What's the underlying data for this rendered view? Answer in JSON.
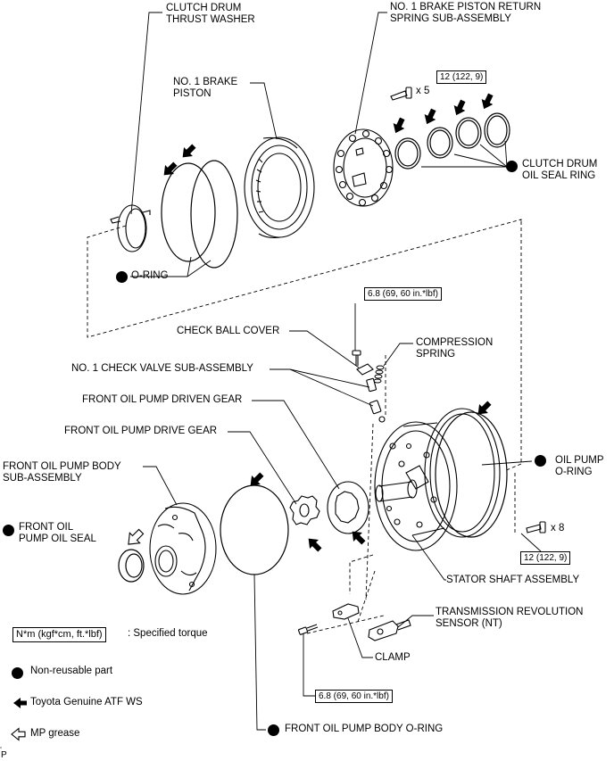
{
  "labels": {
    "clutch_drum_thrust_washer_1": "CLUTCH DRUM",
    "clutch_drum_thrust_washer_2": "THRUST WASHER",
    "brake_return_spring_1": "NO. 1 BRAKE PISTON RETURN",
    "brake_return_spring_2": "SPRING SUB-ASSEMBLY",
    "brake_piston_1": "NO. 1 BRAKE",
    "brake_piston_2": "PISTON",
    "clutch_drum_oil_seal_1": "CLUTCH DRUM",
    "clutch_drum_oil_seal_2": "OIL SEAL RING",
    "o_ring": "O-RING",
    "bolt_count_x5": "x 5",
    "bolt_count_x8": "x 8",
    "check_ball_cover": "CHECK BALL COVER",
    "compression_spring_1": "COMPRESSION",
    "compression_spring_2": "SPRING",
    "check_valve": "NO. 1 CHECK VALVE SUB-ASSEMBLY",
    "driven_gear": "FRONT OIL PUMP DRIVEN GEAR",
    "drive_gear": "FRONT OIL PUMP DRIVE GEAR",
    "pump_body_1": "FRONT OIL PUMP BODY",
    "pump_body_2": "SUB-ASSEMBLY",
    "oil_pump_oring_1": "OIL PUMP",
    "oil_pump_oring_2": "O-RING",
    "pump_oil_seal_1": "FRONT OIL",
    "pump_oil_seal_2": "PUMP OIL SEAL",
    "stator_shaft": "STATOR SHAFT ASSEMBLY",
    "trans_sensor_1": "TRANSMISSION REVOLUTION",
    "trans_sensor_2": "SENSOR (NT)",
    "clamp": "CLAMP",
    "pump_body_oring": "FRONT OIL PUMP BODY O-RING",
    "page_id": "P"
  },
  "torque": {
    "bolts_12_top": "12 (122, 9)",
    "bolts_12_right": "12 (122, 9)",
    "check_ball_68": "6.8 (69, 60 in.*lbf)",
    "sensor_68": "6.8 (69, 60 in.*lbf)"
  },
  "legend": {
    "torque_format": "N*m (kgf*cm, ft.*lbf)",
    "torque_desc": ": Specified torque",
    "non_reusable": "Non-reusable part",
    "atf": "Toyota Genuine ATF WS",
    "mp_grease": "MP grease"
  }
}
